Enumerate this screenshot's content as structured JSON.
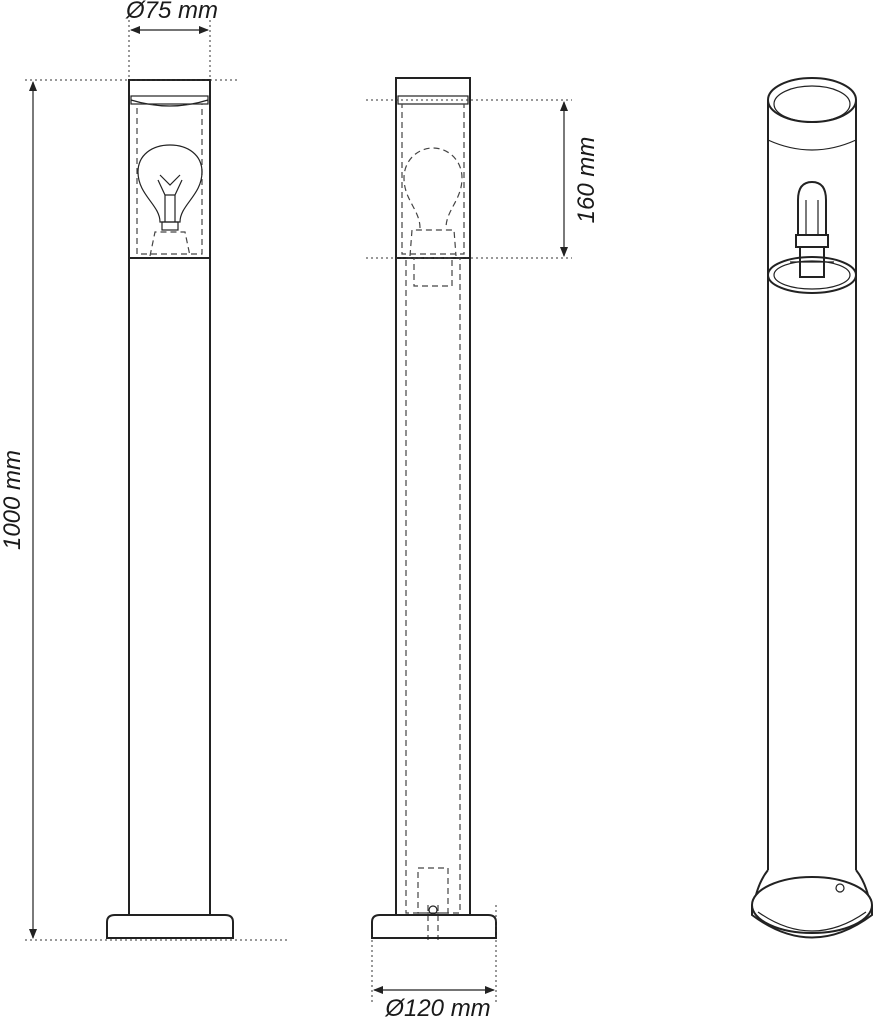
{
  "dimensions": {
    "top_diameter": "Ø75 mm",
    "total_height": "1000 mm",
    "head_height": "160 mm",
    "base_diameter": "Ø120 mm"
  },
  "colors": {
    "stroke": "#222222",
    "background": "#ffffff"
  }
}
